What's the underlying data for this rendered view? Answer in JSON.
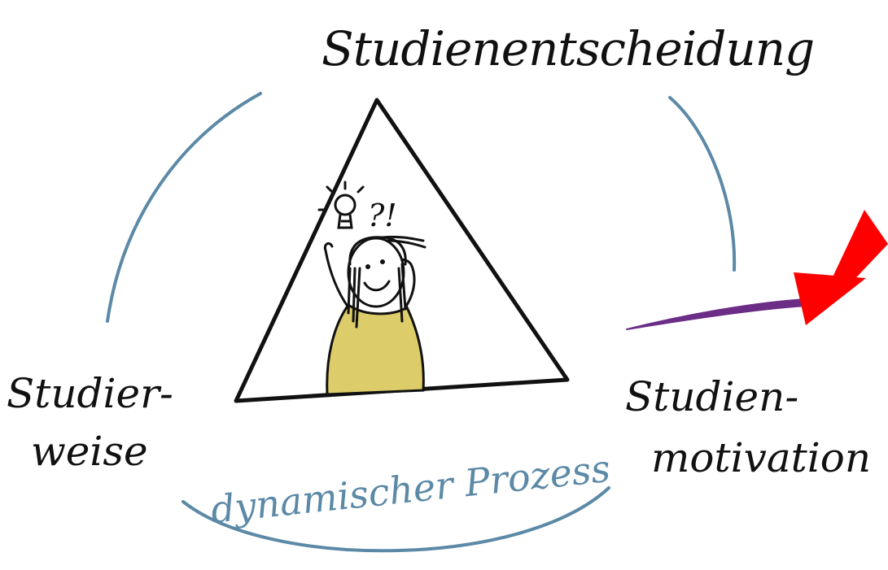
{
  "labels": {
    "top": "Studienentscheidung",
    "left_line1": "Studier-",
    "left_line2": "weise",
    "right_line1": "Studien-",
    "right_line2": "motivation",
    "bottom": "dynamischer Prozess"
  },
  "figure": {
    "thought_marks": "?!"
  },
  "colors": {
    "cycle_arc": "#5b89a6",
    "highlight_stroke": "#6b2d86",
    "pointer_arrow": "#ff0000",
    "figure_dress": "#dccd6a",
    "ink": "#111111"
  },
  "icons": [
    "lightbulb-icon",
    "red-arrow-icon"
  ]
}
